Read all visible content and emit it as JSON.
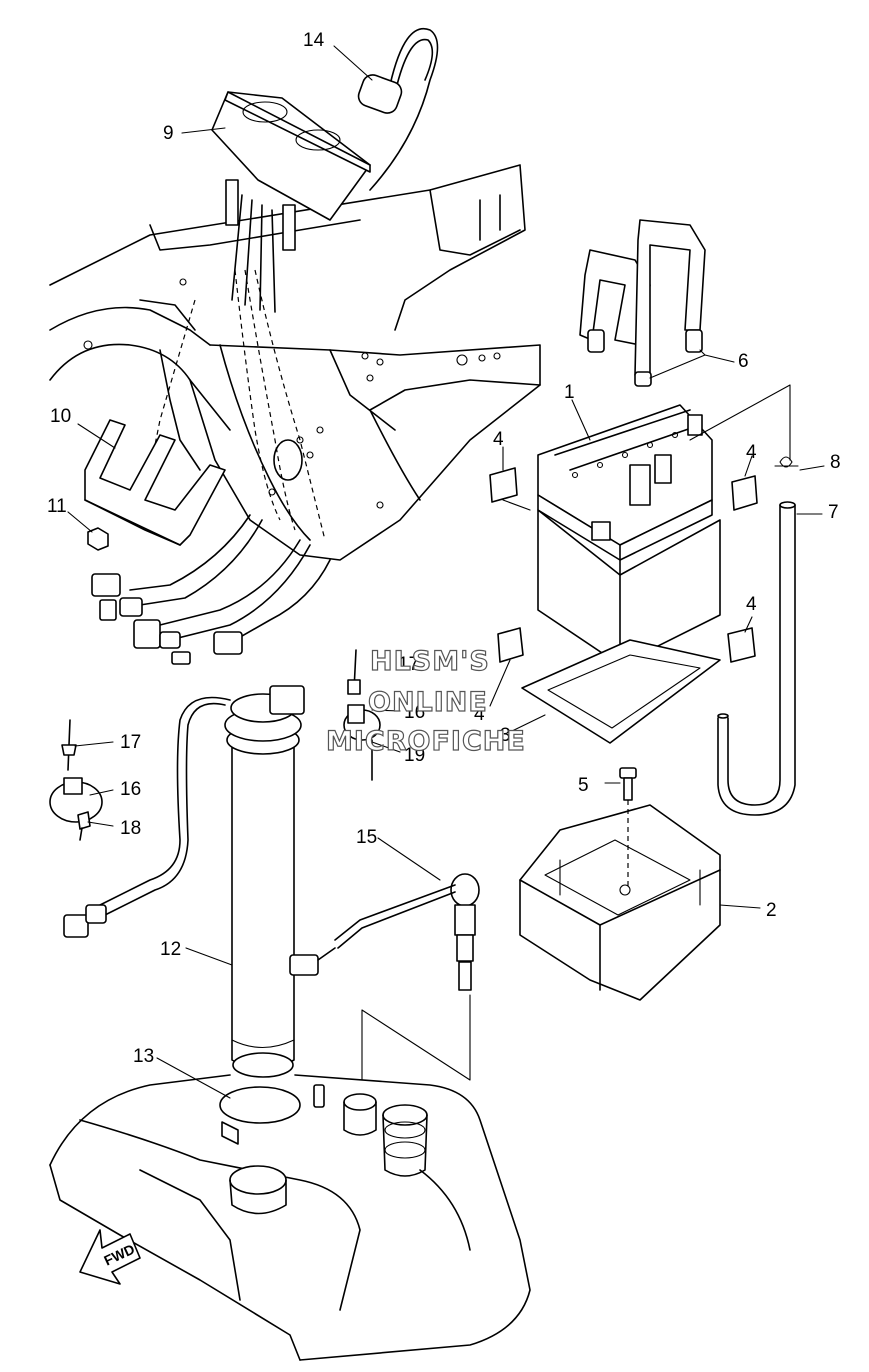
{
  "diagram": {
    "callouts": [
      {
        "id": "c1",
        "label": "1"
      },
      {
        "id": "c2",
        "label": "2"
      },
      {
        "id": "c3",
        "label": "3"
      },
      {
        "id": "c4a",
        "label": "4"
      },
      {
        "id": "c4b",
        "label": "4"
      },
      {
        "id": "c4c",
        "label": "4"
      },
      {
        "id": "c4d",
        "label": "4"
      },
      {
        "id": "c5",
        "label": "5"
      },
      {
        "id": "c6",
        "label": "6"
      },
      {
        "id": "c7",
        "label": "7"
      },
      {
        "id": "c8",
        "label": "8"
      },
      {
        "id": "c9",
        "label": "9"
      },
      {
        "id": "c10",
        "label": "10"
      },
      {
        "id": "c11",
        "label": "11"
      },
      {
        "id": "c12",
        "label": "12"
      },
      {
        "id": "c13",
        "label": "13"
      },
      {
        "id": "c14",
        "label": "14"
      },
      {
        "id": "c15",
        "label": "15"
      },
      {
        "id": "c16a",
        "label": "16"
      },
      {
        "id": "c16b",
        "label": "16"
      },
      {
        "id": "c17a",
        "label": "17"
      },
      {
        "id": "c17b",
        "label": "17"
      },
      {
        "id": "c18",
        "label": "18"
      },
      {
        "id": "c19",
        "label": "19"
      }
    ],
    "forward_arrow_label": "FWD"
  },
  "watermark": {
    "line1": "HLSM'S",
    "line2": "ONLINE",
    "line3": "MICROFICHE"
  }
}
